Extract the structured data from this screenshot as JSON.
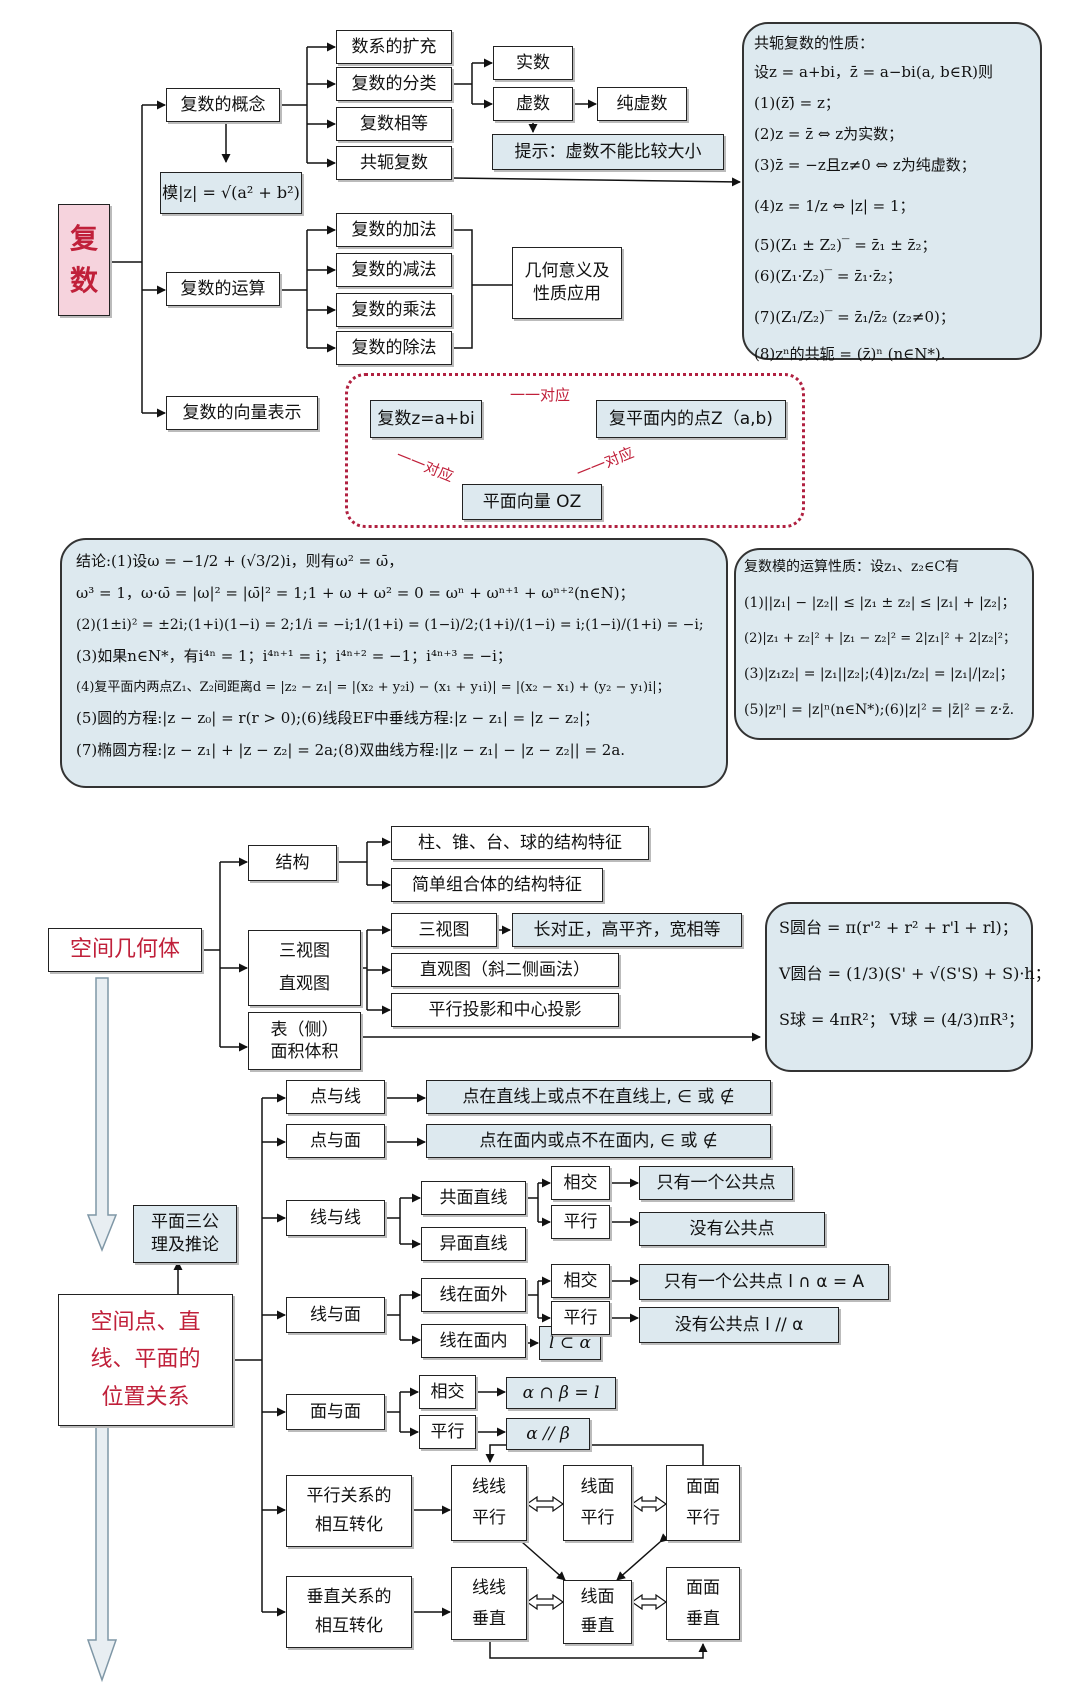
{
  "complex": {
    "root": "复数",
    "concept": "复数的概念",
    "concept_items": [
      "数系的扩充",
      "复数的分类",
      "复数相等",
      "共轭复数"
    ],
    "classification": {
      "real": "实数",
      "imaginary": "虚数",
      "pure_imaginary": "纯虚数"
    },
    "hint": "提示：虚数不能比较大小",
    "modulus": "模|z| = √(a² + b²)",
    "operations": "复数的运算",
    "op_items": [
      "复数的加法",
      "复数的减法",
      "复数的乘法",
      "复数的除法"
    ],
    "geometric": "几何意义及性质应用",
    "vector": "复数的向量表示",
    "correspondence": {
      "complex": "复数z=a+bi",
      "point": "复平面内的点Z（a,b)",
      "vector": "平面向量  OZ",
      "one_to_one": "一一对应",
      "left_label": "一一对应",
      "right_label": "一一对应"
    },
    "conjugate": {
      "title": "共轭复数的性质：",
      "lines": [
        "设z = a+bi，z̄ = a−bi(a, b∈R)则",
        "(1)(z̄)̄ = z；",
        "(2)z = z̄ ⇔ z为实数；",
        "(3)z̄ = −z且z≠0 ⇔ z为纯虚数；",
        "(4)z = 1/z ⇔ |z| = 1；",
        "(5)(Z₁ ± Z₂)‾ = z̄₁ ± z̄₂；",
        "(6)(Z₁·Z₂)‾ = z̄₁·z̄₂；",
        "(7)(Z₁/Z₂)‾ = z̄₁/z̄₂ (z₂≠0)；",
        "(8)zⁿ的共轭 = (z̄)ⁿ (n∈N*)."
      ]
    },
    "conclusions": [
      "结论:(1)设ω = −1/2 + (√3/2)i，则有ω² = ω̄，",
      "ω³ = 1，ω·ω̄ = |ω|² = |ω̄|² = 1;1 + ω + ω² = 0 = ωⁿ + ωⁿ⁺¹ + ωⁿ⁺²(n∈N)；",
      "(2)(1±i)² = ±2i;(1+i)(1−i) = 2;1/i = −i;1/(1+i) = (1−i)/2;(1+i)/(1−i) = i;(1−i)/(1+i) = −i;",
      "(3)如果n∈N*，有i⁴ⁿ = 1；i⁴ⁿ⁺¹ = i；i⁴ⁿ⁺² = −1；i⁴ⁿ⁺³ = −i；",
      "(4)复平面内两点Z₁、Z₂间距离d = |z₂ − z₁| = |(x₂ + y₂i) − (x₁ + y₁i)| = |(x₂ − x₁) + (y₂ − y₁)i|；",
      "(5)圆的方程:|z − z₀| = r(r > 0);(6)线段EF中垂线方程:|z − z₁| = |z − z₂|；",
      "(7)椭圆方程:|z − z₁| + |z − z₂| = 2a;(8)双曲线方程:||z − z₁| − |z − z₂|| = 2a."
    ],
    "modulus_props": [
      "复数模的运算性质：设z₁、z₂∈C有",
      "(1)||z₁| − |z₂|| ≤ |z₁ ± z₂| ≤ |z₁| + |z₂|；",
      "(2)|z₁ + z₂|² + |z₁ − z₂|² = 2|z₁|² + 2|z₂|²；",
      "(3)|z₁z₂| = |z₁||z₂|;(4)|z₁/z₂| = |z₁|/|z₂|；",
      "(5)|zⁿ| = |z|ⁿ(n∈N*);(6)|z|² = |z̄|² = z·z̄."
    ]
  },
  "geometry": {
    "root": "空间几何体",
    "structure": "结构",
    "structure_items": [
      "柱、锥、台、球的结构特征",
      "简单组合体的结构特征"
    ],
    "views": [
      "三视图",
      "直观图"
    ],
    "three_view": "三视图",
    "three_view_rule": "长对正，高平齐，宽相等",
    "intuitive": "直观图（斜二侧画法）",
    "projection": "平行投影和中心投影",
    "surface": [
      "表（侧）",
      "面积体积"
    ],
    "formulas": [
      "S圆台 = π(r'² + r² + r'l + rl)；",
      "V圆台 = (1/3)(S' + √(S'S) + S)·h；",
      "S球 = 4πR²； V球 = (4/3)πR³；"
    ]
  },
  "position": {
    "root_lines": [
      "空间点、直",
      "线、平面的",
      "位置关系"
    ],
    "axioms": [
      "平面三公",
      "理及推论"
    ],
    "point_line": "点与线",
    "point_line_desc": "点在直线上或点不在直线上, ∈ 或 ∉",
    "point_plane": "点与面",
    "point_plane_desc": "点在面内或点不在面内,      ∈ 或 ∉",
    "line_line": "线与线",
    "coplanar": "共面直线",
    "skew": "异面直线",
    "intersect": "相交",
    "parallel": "平行",
    "one_common": "只有一个公共点",
    "no_common": "没有公共点",
    "line_plane": "线与面",
    "outside": "线在面外",
    "inside": "线在面内",
    "l_in_alpha": "l ⊂ α",
    "one_common_la": "只有一个公共点  l ∩ α = A",
    "no_common_la": "没有公共点      l // α",
    "plane_plane": "面与面",
    "ab_intersect": "α ∩ β = l",
    "ab_parallel": "α // β",
    "parallel_transform": [
      "平行关系的",
      "相互转化"
    ],
    "perp_transform": [
      "垂直关系的",
      "相互转化"
    ],
    "par_chain": [
      [
        "线线",
        "平行"
      ],
      [
        "线面",
        "平行"
      ],
      [
        "面面",
        "平行"
      ]
    ],
    "perp_chain": [
      [
        "线线",
        "垂直"
      ],
      [
        "线面",
        "垂直"
      ],
      [
        "面面",
        "垂直"
      ]
    ]
  }
}
